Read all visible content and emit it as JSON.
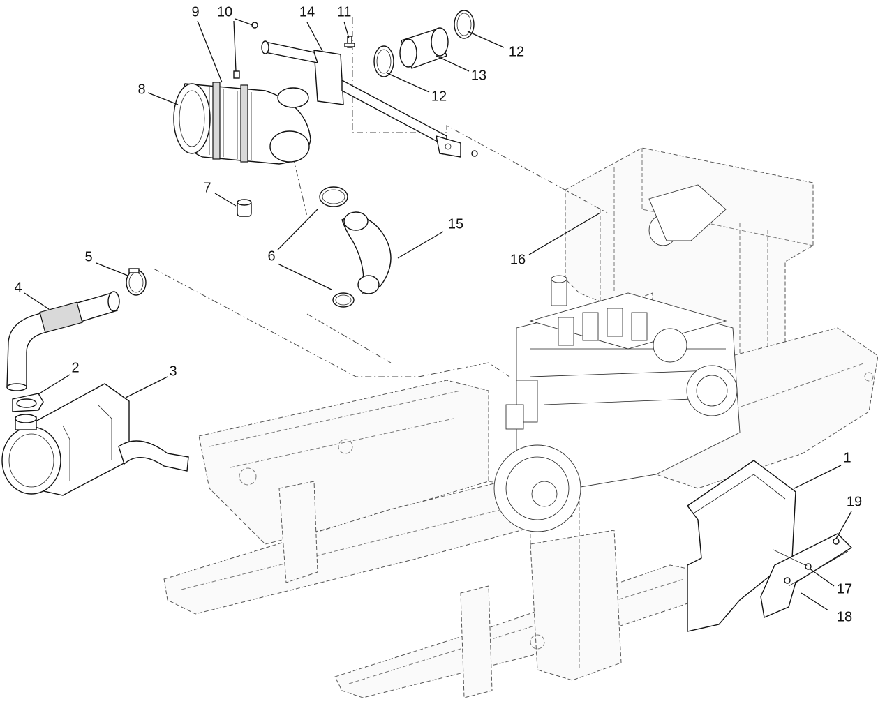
{
  "diagram": {
    "callouts": [
      {
        "id": "1",
        "text": "1"
      },
      {
        "id": "2",
        "text": "2"
      },
      {
        "id": "3",
        "text": "3"
      },
      {
        "id": "4",
        "text": "4"
      },
      {
        "id": "5",
        "text": "5"
      },
      {
        "id": "6a",
        "text": "6"
      },
      {
        "id": "6b",
        "text": "6"
      },
      {
        "id": "7",
        "text": "7"
      },
      {
        "id": "8",
        "text": "8"
      },
      {
        "id": "9",
        "text": "9"
      },
      {
        "id": "10",
        "text": "10"
      },
      {
        "id": "11",
        "text": "11"
      },
      {
        "id": "12a",
        "text": "12"
      },
      {
        "id": "12b",
        "text": "12"
      },
      {
        "id": "13",
        "text": "13"
      },
      {
        "id": "14",
        "text": "14"
      },
      {
        "id": "15",
        "text": "15"
      },
      {
        "id": "16",
        "text": "16"
      },
      {
        "id": "17",
        "text": "17"
      },
      {
        "id": "18",
        "text": "18"
      },
      {
        "id": "19",
        "text": "19"
      }
    ]
  }
}
